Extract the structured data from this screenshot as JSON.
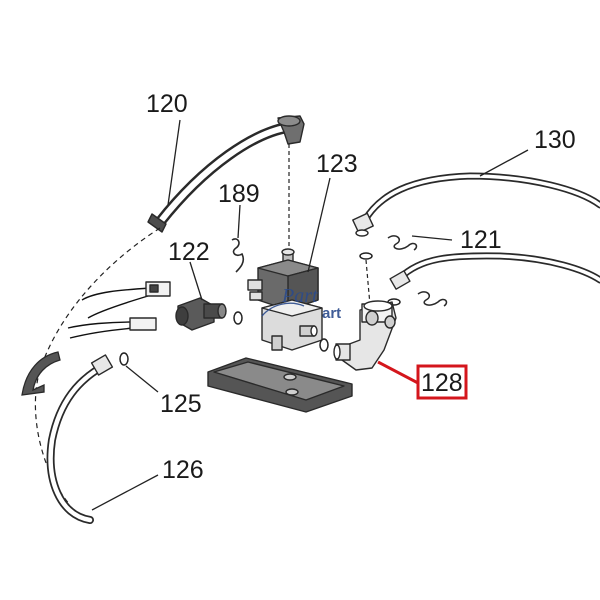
{
  "diagram": {
    "labels": [
      {
        "id": "120",
        "text": "120"
      },
      {
        "id": "123",
        "text": "123"
      },
      {
        "id": "189",
        "text": "189"
      },
      {
        "id": "122",
        "text": "122"
      },
      {
        "id": "130",
        "text": "130"
      },
      {
        "id": "121",
        "text": "121"
      },
      {
        "id": "125",
        "text": "125"
      },
      {
        "id": "126",
        "text": "126"
      },
      {
        "id": "128",
        "text": "128"
      }
    ],
    "highlight_color": "#d4161c",
    "watermark": {
      "text": "Part",
      "small": "art",
      "color": "#2b4b8c"
    }
  }
}
